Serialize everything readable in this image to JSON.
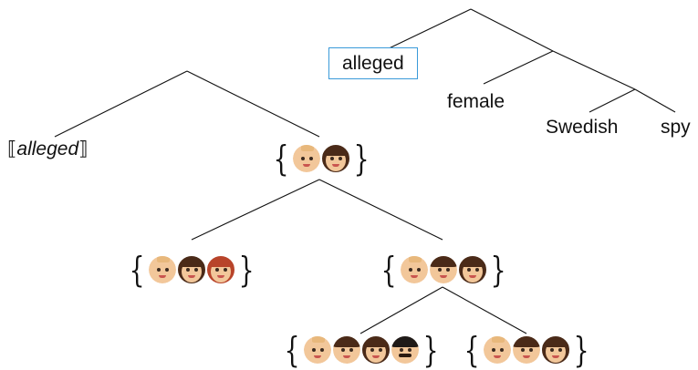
{
  "top_tree": {
    "boxed_word": "alleged",
    "leaves": [
      "female",
      "Swedish",
      "spy"
    ]
  },
  "denotation": {
    "left_bracket": "⟦",
    "word": "alleged",
    "right_bracket": "⟧"
  },
  "sets": {
    "root": [
      "baby",
      "girl"
    ],
    "left_child": [
      "baby",
      "girl",
      "redhead"
    ],
    "right_child": [
      "baby",
      "boy",
      "girl"
    ],
    "grandchild_left": [
      "baby",
      "boy",
      "girl",
      "man-mustache"
    ],
    "grandchild_right": [
      "baby",
      "boy",
      "girl"
    ]
  },
  "face_colors": {
    "skin": "#f2c79a",
    "baby_hair": "#e8b87c",
    "dark_hair": "#4a2a18",
    "red_hair": "#b8442a",
    "man_hair": "#1f1a18"
  }
}
